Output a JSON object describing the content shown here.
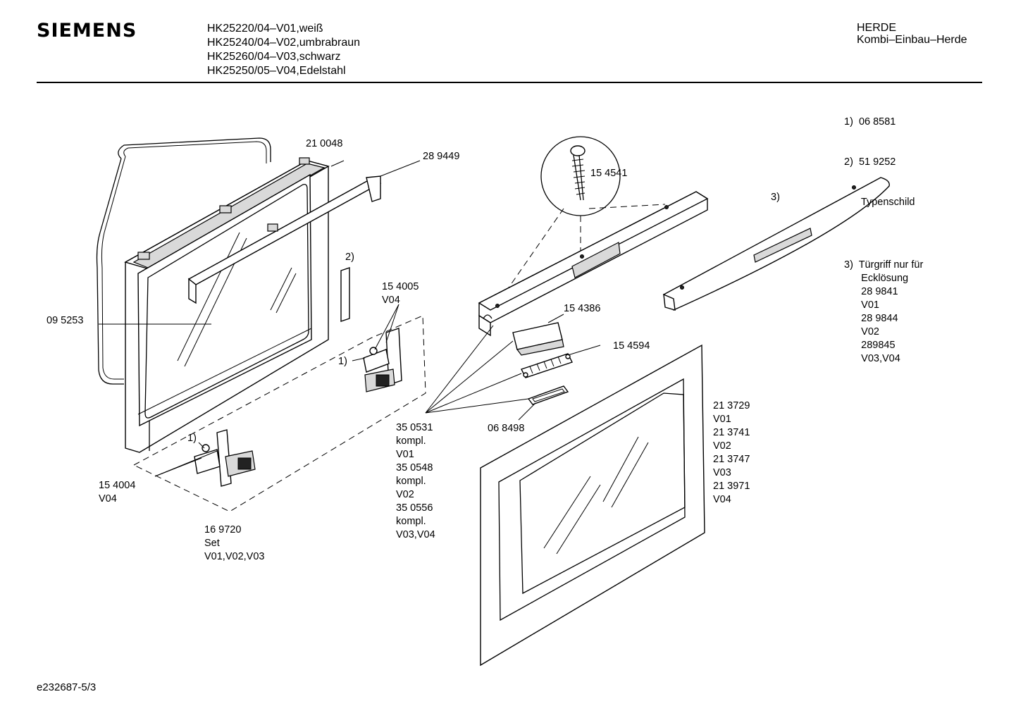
{
  "header": {
    "brand": "SIEMENS",
    "models": [
      "HK25220/04–V01,weiß",
      "HK25240/04–V02,umbrabraun",
      "HK25260/04–V03,schwarz",
      "HK25250/05–V04,Edelstahl"
    ],
    "category": [
      "HERDE",
      "Kombi–Einbau–Herde"
    ]
  },
  "notes": {
    "top_right": [
      "1)  06 8581",
      "2)  51 9252",
      "      Typenschild"
    ],
    "handle_note": [
      "3)  Türgriff nur für",
      "      Ecklösung",
      "      28 9841",
      "      V01",
      "      28 9844",
      "      V02",
      "      289845",
      "      V03,V04"
    ]
  },
  "parts": {
    "p210048": "21 0048",
    "p289449": "28 9449",
    "p095253": "09 5253",
    "ref2": "2)",
    "p154005": [
      "15 4005",
      "V04"
    ],
    "ref1a": "1)",
    "ref1b": "1)",
    "p154004": [
      "15 4004",
      "V04"
    ],
    "p169720": [
      "16 9720",
      "Set",
      "V01,V02,V03"
    ],
    "p154541": "15 4541",
    "ref3": "3)",
    "p154386": "15 4386",
    "p154594": "15 4594",
    "p068498": "06 8498",
    "p350531": [
      "35 0531",
      "kompl.",
      "V01",
      "35 0548",
      "kompl.",
      "V02",
      "35 0556",
      "kompl.",
      "V03,V04"
    ],
    "p213729": [
      "21 3729",
      "V01",
      "21 3741",
      "V02",
      "21 3747",
      "V03",
      "21 3971",
      "V04"
    ]
  },
  "footer": {
    "doc_id": "e232687-5/3"
  }
}
